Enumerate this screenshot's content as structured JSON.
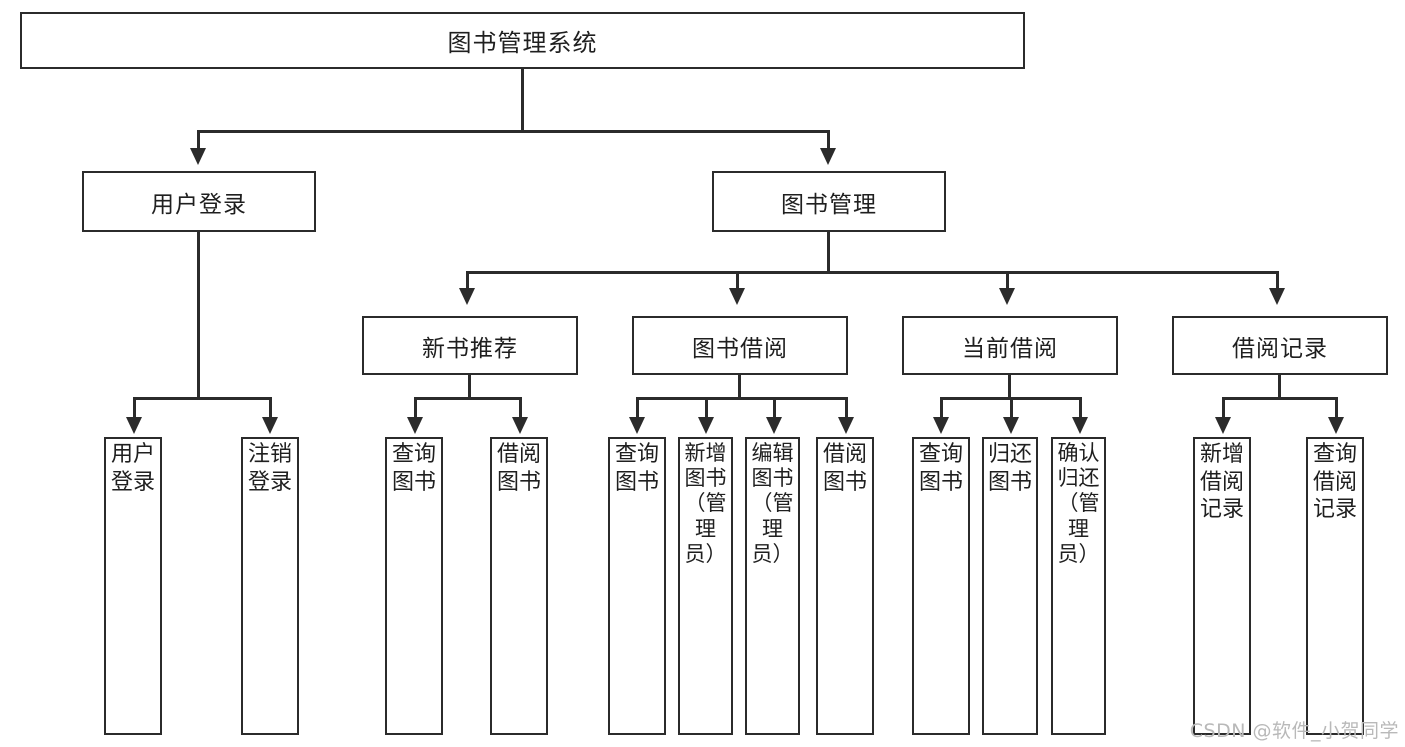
{
  "diagram": {
    "title": "图书管理系统",
    "type": "tree-structure-chart",
    "root": {
      "label": "图书管理系统"
    },
    "level2": [
      {
        "id": "user-login",
        "label": "用户登录"
      },
      {
        "id": "book-management",
        "label": "图书管理"
      }
    ],
    "level3": [
      {
        "id": "new-book-recommend",
        "label": "新书推荐",
        "parent": "book-management"
      },
      {
        "id": "book-borrow",
        "label": "图书借阅",
        "parent": "book-management"
      },
      {
        "id": "current-borrow",
        "label": "当前借阅",
        "parent": "book-management"
      },
      {
        "id": "borrow-record",
        "label": "借阅记录",
        "parent": "book-management"
      }
    ],
    "leaves": {
      "user_login": [
        {
          "id": "leaf-user-login",
          "label": "用户登录"
        },
        {
          "id": "leaf-logout",
          "label": "注销登录"
        }
      ],
      "new_book_recommend": [
        {
          "id": "leaf-query-book-1",
          "label": "查询图书"
        },
        {
          "id": "leaf-borrow-book-1",
          "label": "借阅图书"
        }
      ],
      "book_borrow": [
        {
          "id": "leaf-query-book-2",
          "label": "查询图书"
        },
        {
          "id": "leaf-add-book",
          "label": "新增图书（管理员）"
        },
        {
          "id": "leaf-edit-book",
          "label": "编辑图书（管理员）"
        },
        {
          "id": "leaf-borrow-book-2",
          "label": "借阅图书"
        }
      ],
      "current_borrow": [
        {
          "id": "leaf-query-book-3",
          "label": "查询图书"
        },
        {
          "id": "leaf-return-book",
          "label": "归还图书"
        },
        {
          "id": "leaf-confirm-return",
          "label": "确认归还（管理员）"
        }
      ],
      "borrow_record": [
        {
          "id": "leaf-add-record",
          "label": "新增借阅记录"
        },
        {
          "id": "leaf-query-record",
          "label": "查询借阅记录"
        }
      ]
    }
  },
  "watermark": {
    "text": "CSDN @软件_小贺同学"
  },
  "colors": {
    "stroke": "#2b2b2b",
    "background": "#ffffff",
    "text": "#1f1f1f",
    "watermark": "#b9b9b9"
  }
}
